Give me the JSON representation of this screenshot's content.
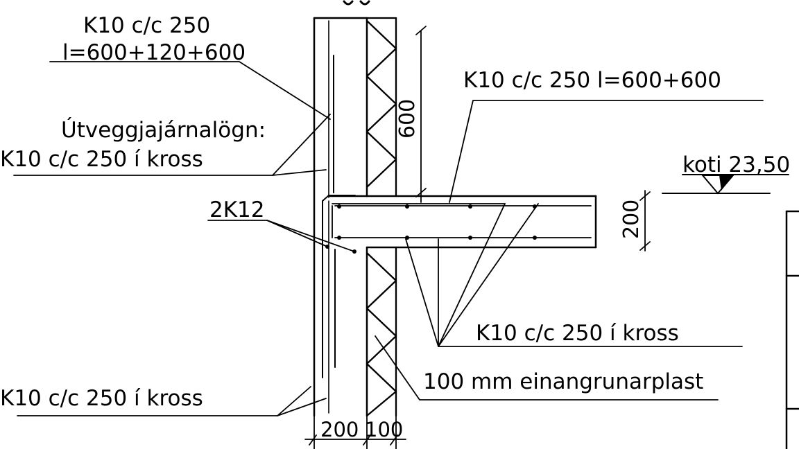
{
  "labels": {
    "top_rebar_line1": "K10 c/c 250",
    "top_rebar_line2": "l=600+120+600",
    "slab_top_rebar": "K10 c/c 250 l=600+600",
    "outer_wall_title": "Útveggjajárnalögn:",
    "outer_wall_rebar": "K10 c/c 250 í kross",
    "corner_bars": "2K12",
    "slab_cross_rebar": "K10 c/c 250 í kross",
    "inner_wall_rebar": "K10 c/c 250 í kross",
    "insulation": "100 mm einangrunarplast",
    "level": "koti 23,50"
  },
  "dimensions": {
    "anchorage": "600",
    "slab_thickness": "200",
    "wall_thickness": "200",
    "insulation_thickness": "100"
  },
  "colors": {
    "ink": "#000000",
    "background": "#ffffff"
  }
}
